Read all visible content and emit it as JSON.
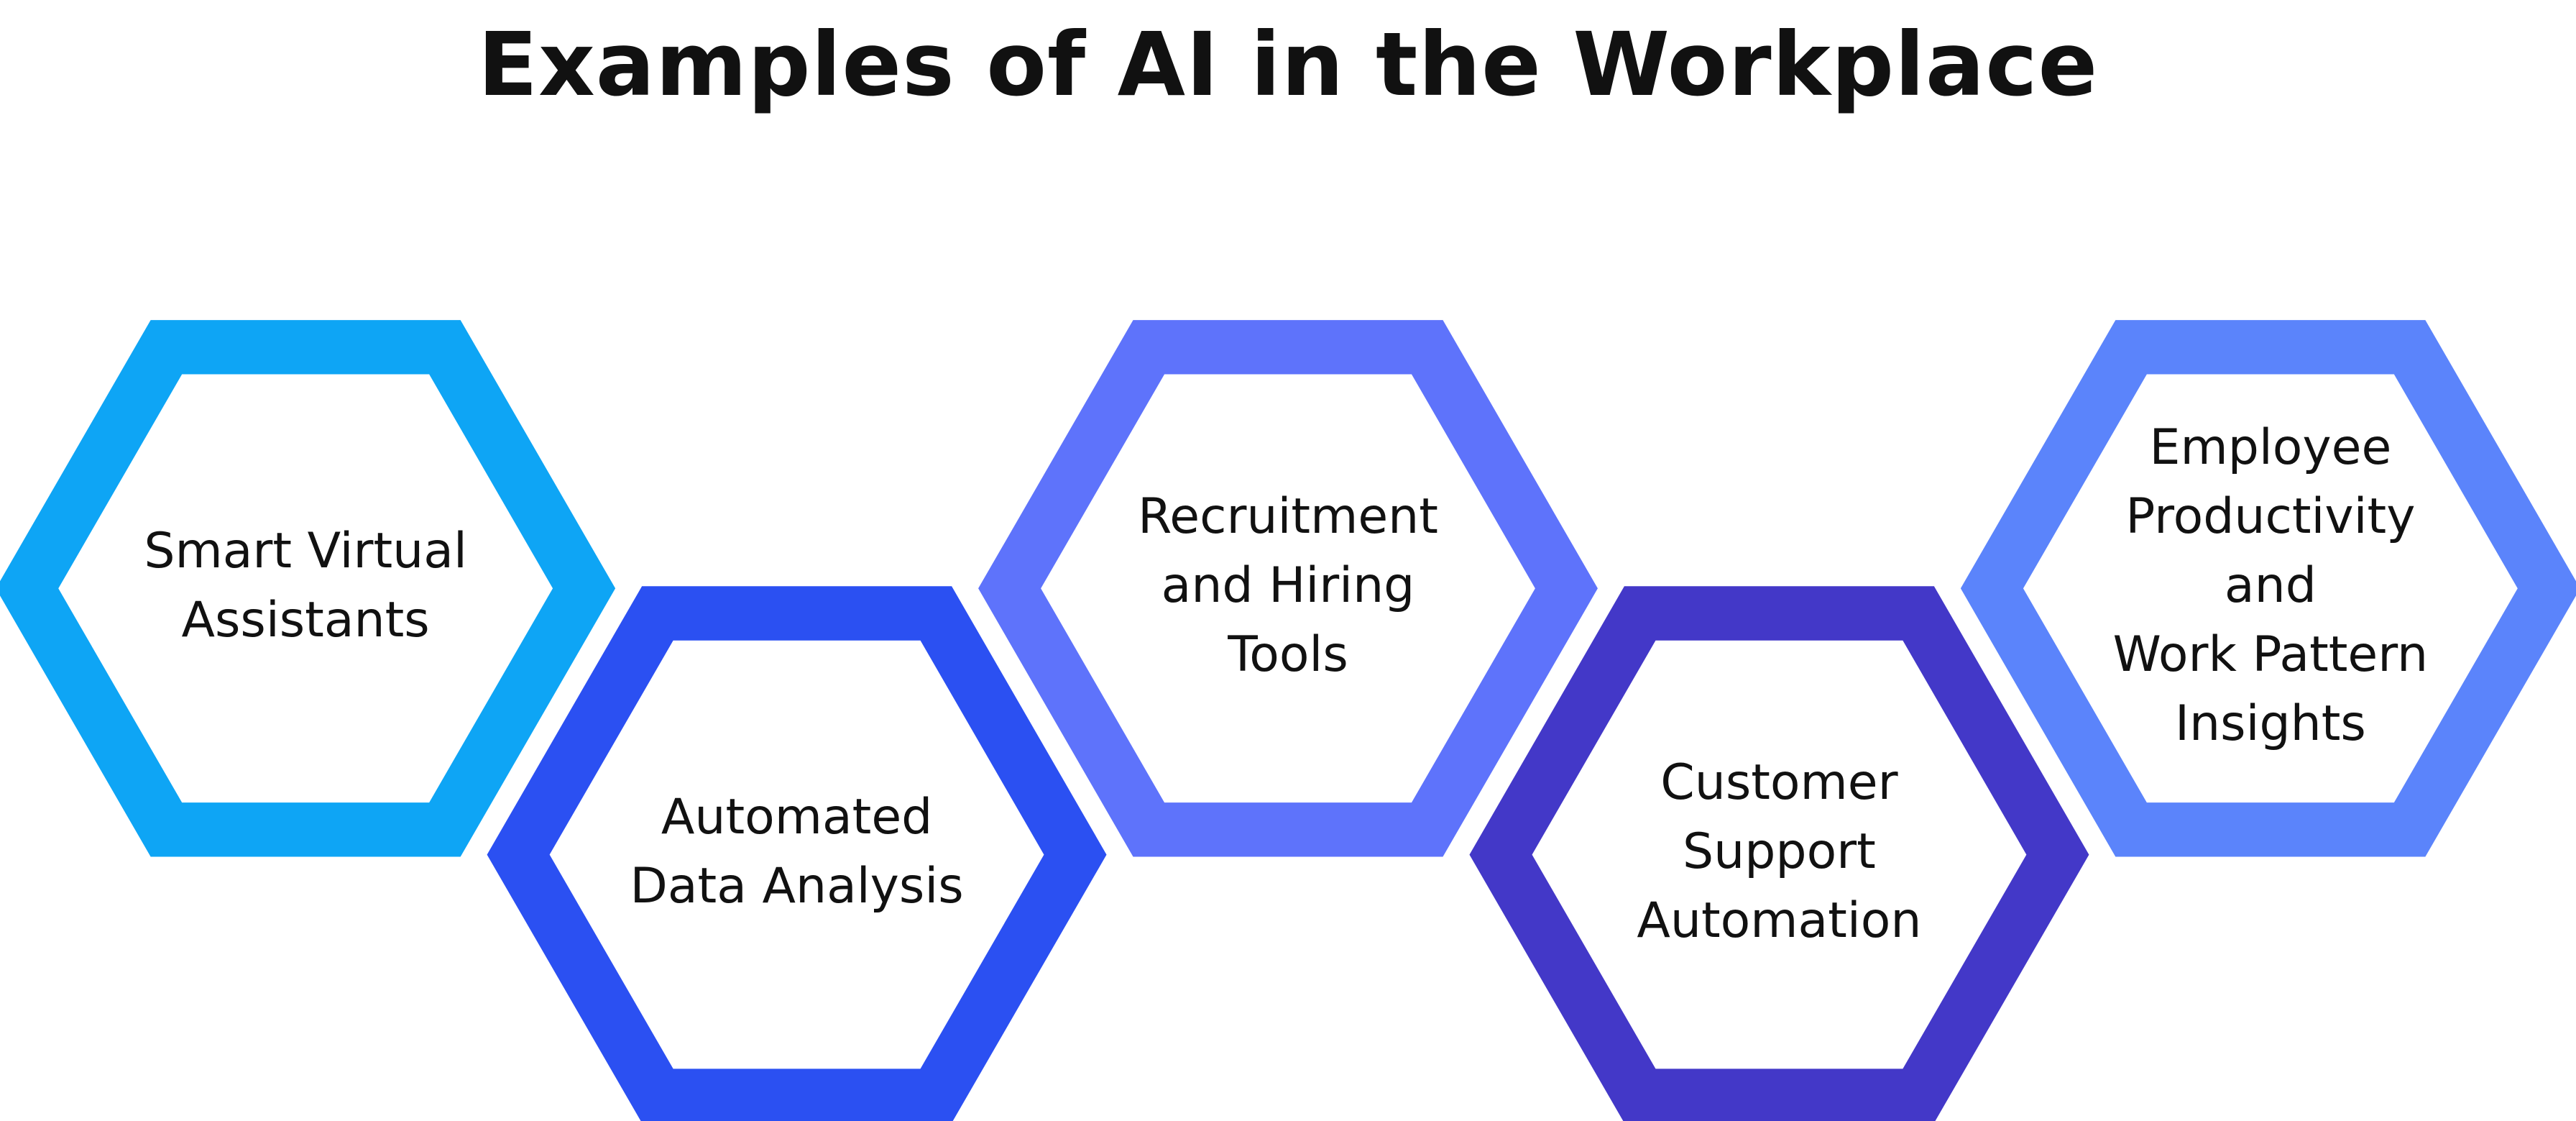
{
  "title": "Examples of AI in the Workplace",
  "items": [
    {
      "id": "smart-virtual-assistants",
      "lines": [
        "Smart Virtual",
        "Assistants"
      ],
      "color": "#0ea5f5"
    },
    {
      "id": "automated-data-analysis",
      "lines": [
        "Automated",
        "Data Analysis"
      ],
      "color": "#2b50f2"
    },
    {
      "id": "recruitment-and-hiring-tools",
      "lines": [
        "Recruitment",
        "and Hiring",
        "Tools"
      ],
      "color": "#5e73fb"
    },
    {
      "id": "customer-support-automation",
      "lines": [
        "Customer",
        "Support",
        "Automation"
      ],
      "color": "#4338c8"
    },
    {
      "id": "employee-productivity-insights",
      "lines": [
        "Employee",
        "Productivity",
        "and",
        "Work Pattern",
        "Insights"
      ],
      "color": "#5b84fb"
    }
  ]
}
